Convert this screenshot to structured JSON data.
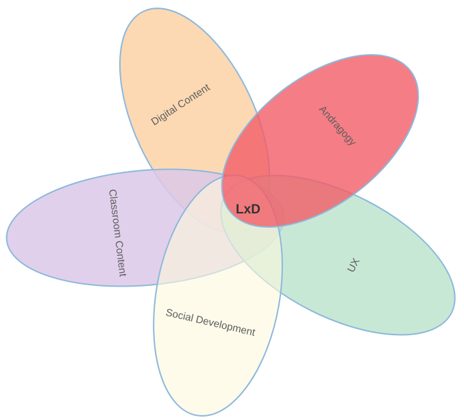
{
  "diagram": {
    "center": {
      "label": "LxD"
    },
    "petals": [
      {
        "id": "digital",
        "label": "Digital Content",
        "color": "#fcd2a6"
      },
      {
        "id": "andragogy",
        "label": "Andragogy",
        "color": "#f25c66"
      },
      {
        "id": "classroom",
        "label": "Classroom Content",
        "color": "#dcc8e8"
      },
      {
        "id": "ux",
        "label": "UX",
        "color": "#b6e0c8"
      },
      {
        "id": "social",
        "label": "Social Development",
        "color": "#fdf9dc"
      }
    ]
  }
}
